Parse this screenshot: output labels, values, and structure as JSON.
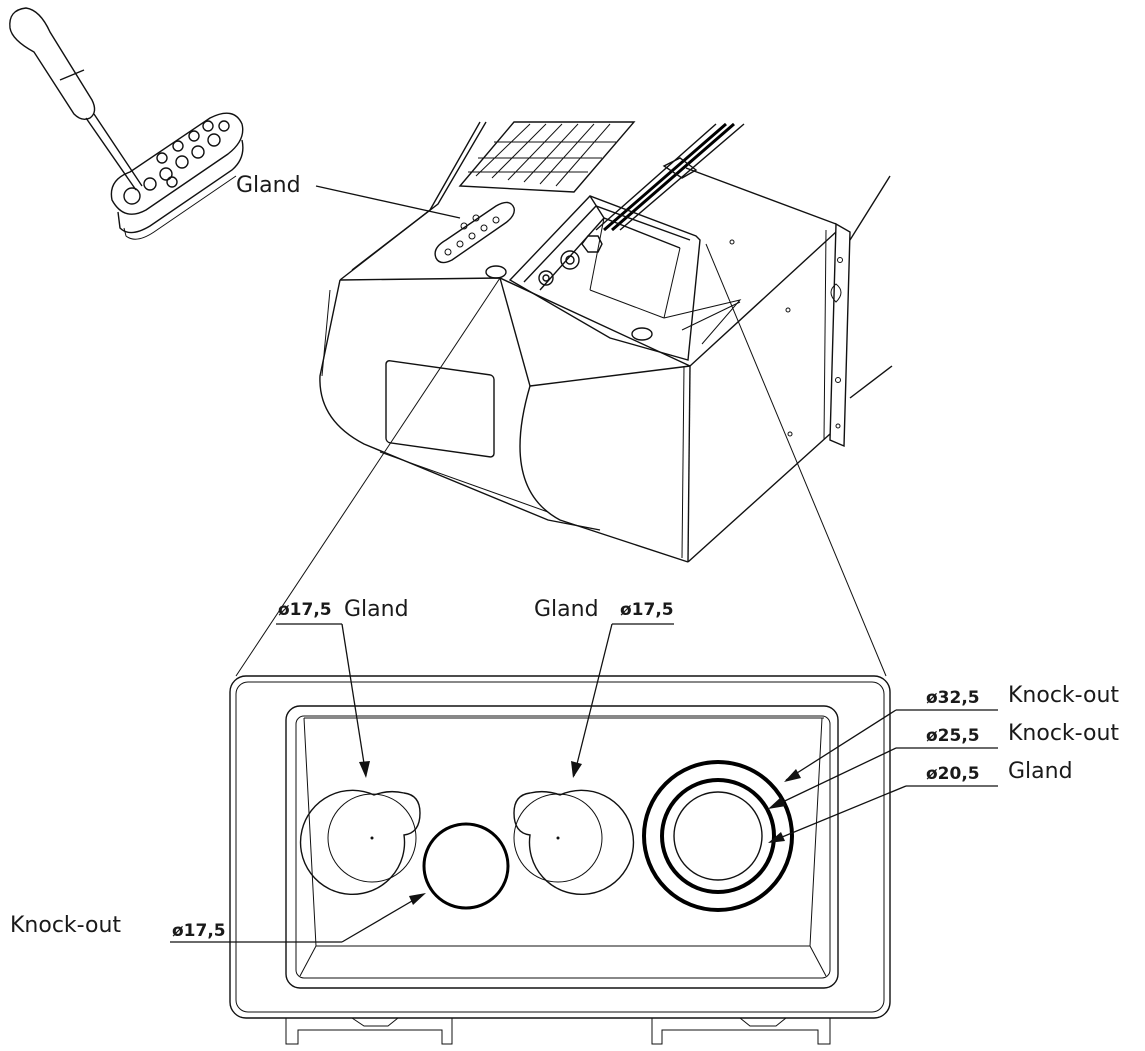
{
  "top_view": {
    "gland_label": "Gland"
  },
  "detail": {
    "callouts": {
      "left_gland": {
        "diameter": "ø17,5",
        "label": "Gland"
      },
      "center_gland": {
        "label": "Gland",
        "diameter": "ø17,5"
      },
      "knockout_small": {
        "label": "Knock-out",
        "diameter": "ø17,5"
      },
      "knockout_outer": {
        "diameter": "ø32,5",
        "label": "Knock-out"
      },
      "knockout_inner": {
        "diameter": "ø25,5",
        "label": "Knock-out"
      },
      "right_gland": {
        "diameter": "ø20,5",
        "label": "Gland"
      }
    }
  }
}
